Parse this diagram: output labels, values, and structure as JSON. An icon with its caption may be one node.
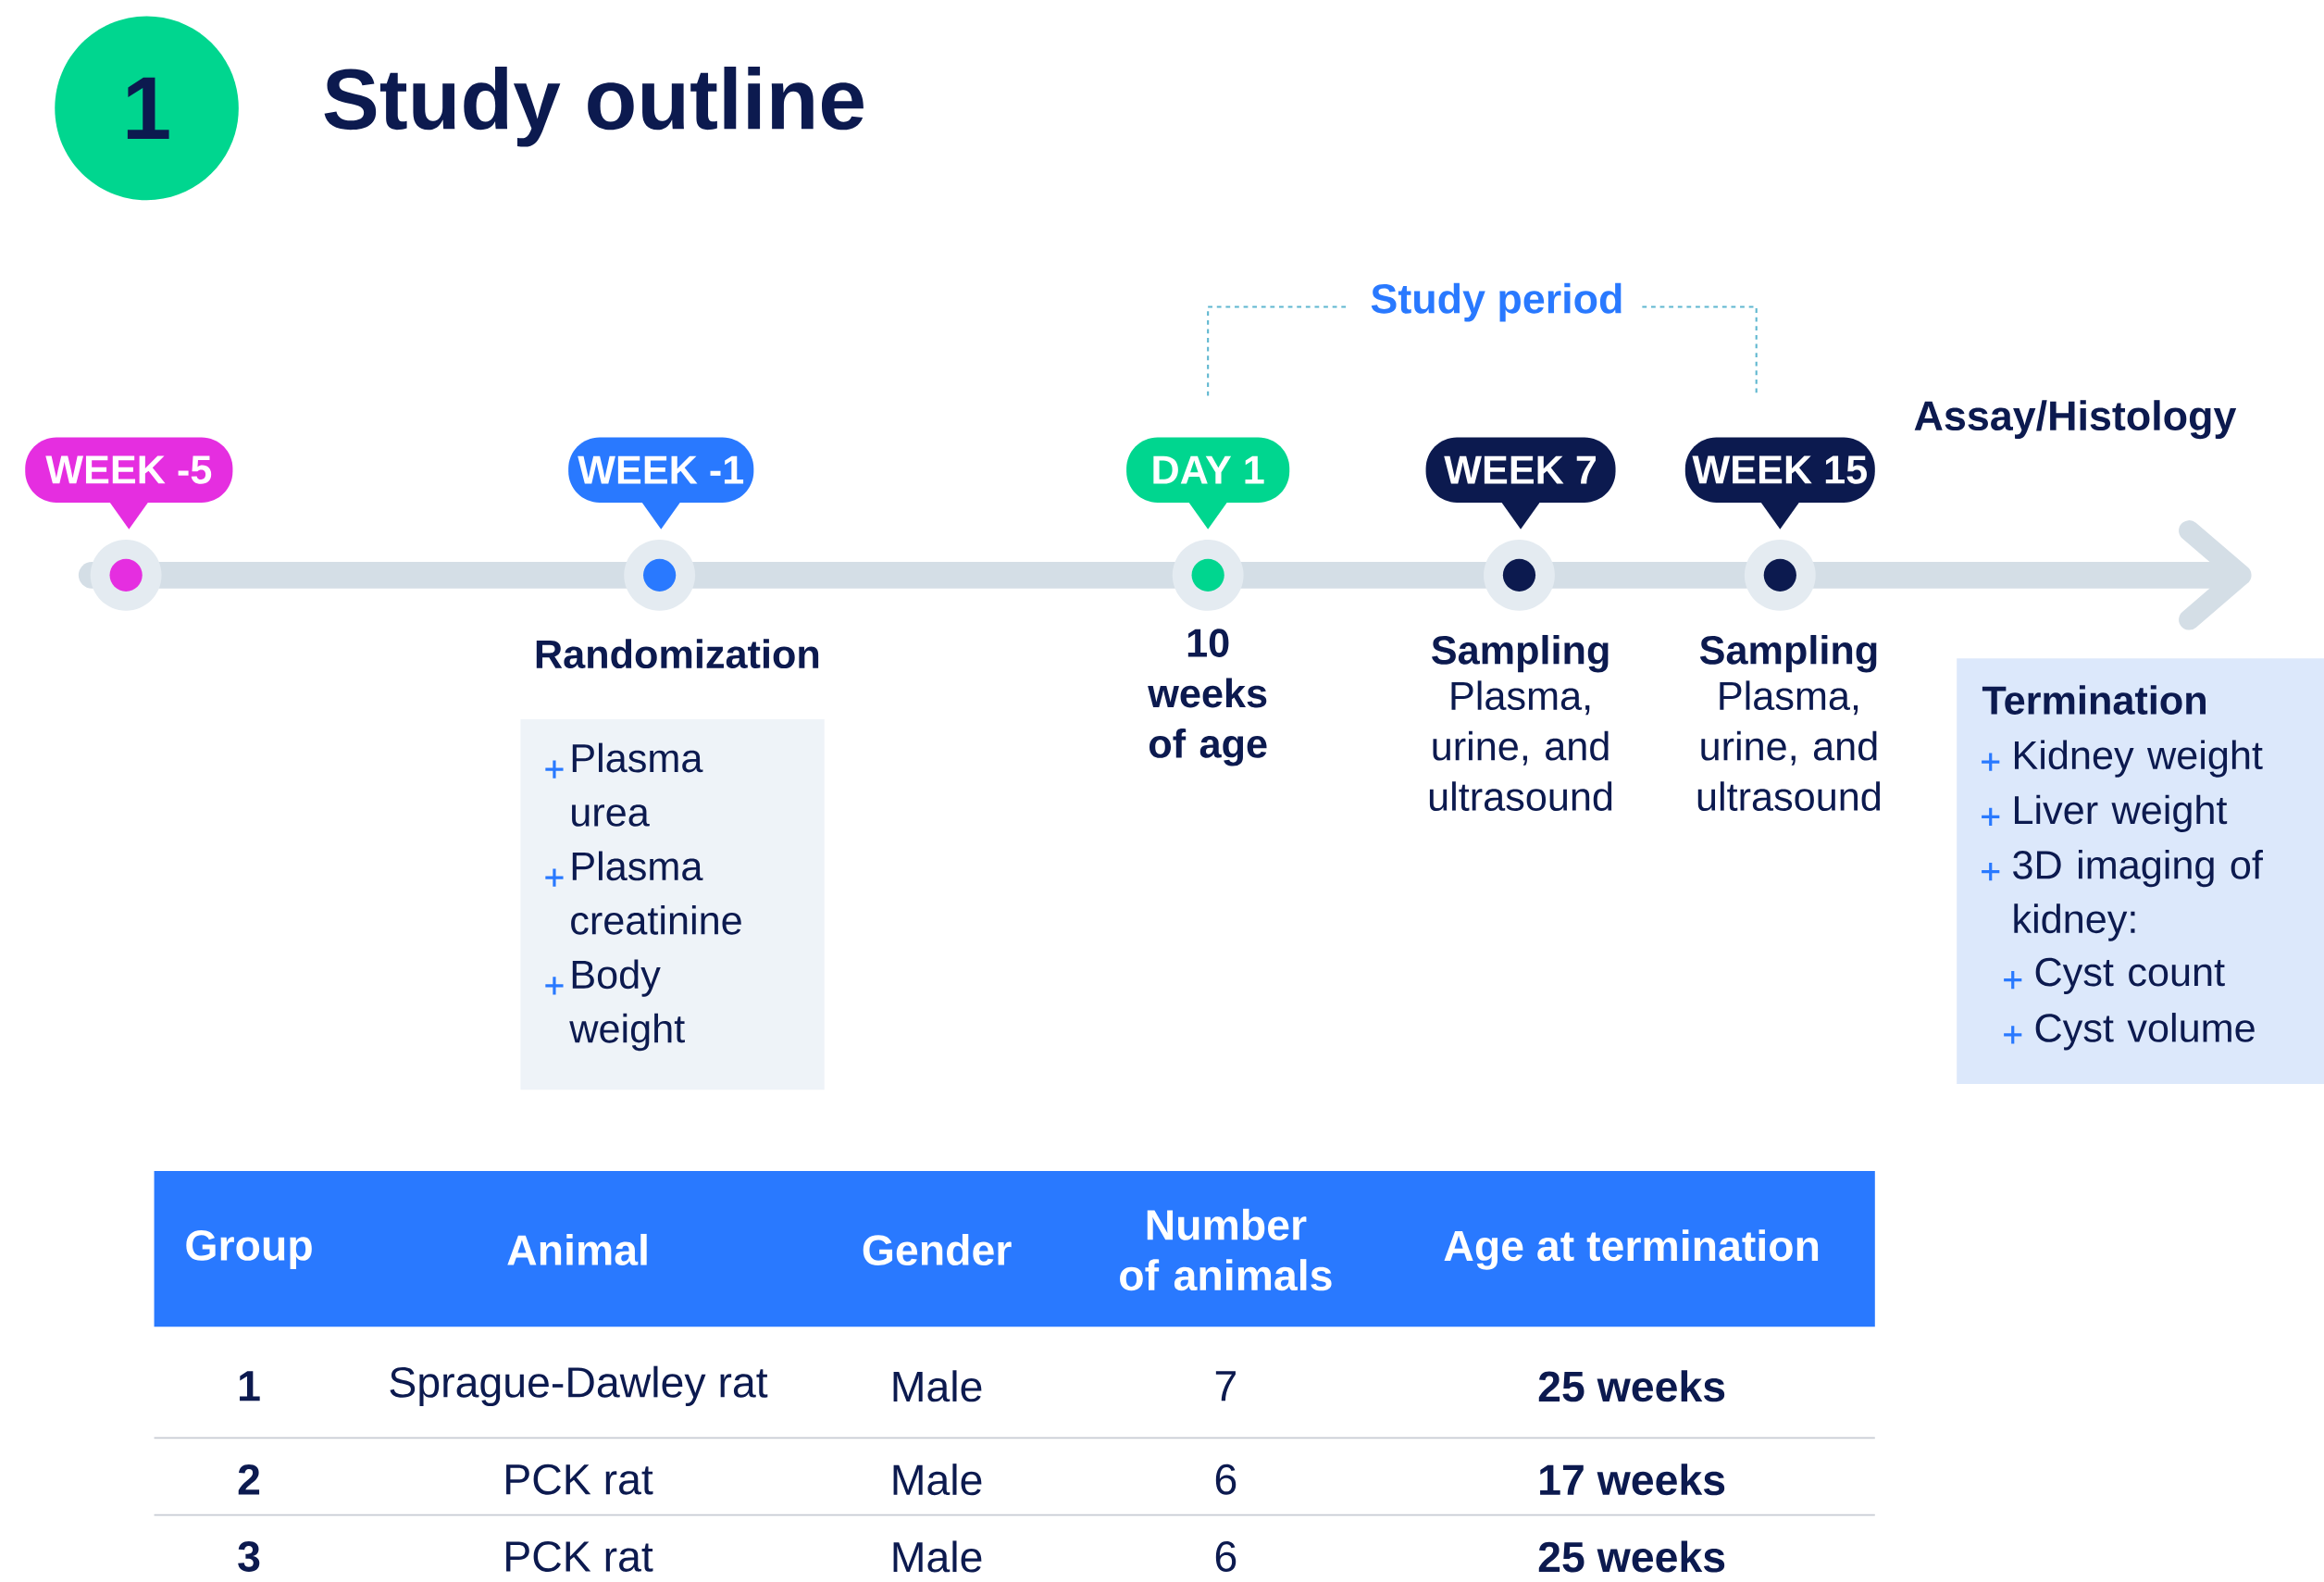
{
  "diagram": {
    "title": "Study outline",
    "nodes": [
      {
        "text": [
          "1"
        ]
      },
      {
        "text": [
          "WEEK -5"
        ]
      },
      {
        "text": [
          "WEEK -1"
        ]
      },
      {
        "text": [
          "DAY 1"
        ]
      },
      {
        "text": [
          "WEEK 7"
        ]
      },
      {
        "text": [
          "WEEK 15"
        ]
      },
      {
        "text": [
          "Plasma urea",
          "Plasma creatinine",
          "Body weight"
        ]
      },
      {
        "text": [
          "Termination",
          "Kidney weight",
          "Liver weight",
          "3D imaging of kidney:",
          "Cyst count",
          "Cyst volume"
        ]
      }
    ],
    "labels": [
      "Study period",
      "Assay/Histology",
      "Randomization",
      "10 weeks of age",
      "Sampling",
      "Plasma, urine, and ultrasound",
      "Sampling",
      "Plasma, urine, and ultrasound",
      "Group",
      "Animal",
      "Gender",
      "Number of animals",
      "Age at termination",
      "1",
      "Sprague-Dawley rat",
      "Male",
      "7",
      "25 weeks",
      "2",
      "PCK rat",
      "Male",
      "6",
      "17 weeks",
      "3",
      "PCK rat",
      "Male",
      "6",
      "25 weeks"
    ]
  }
}
